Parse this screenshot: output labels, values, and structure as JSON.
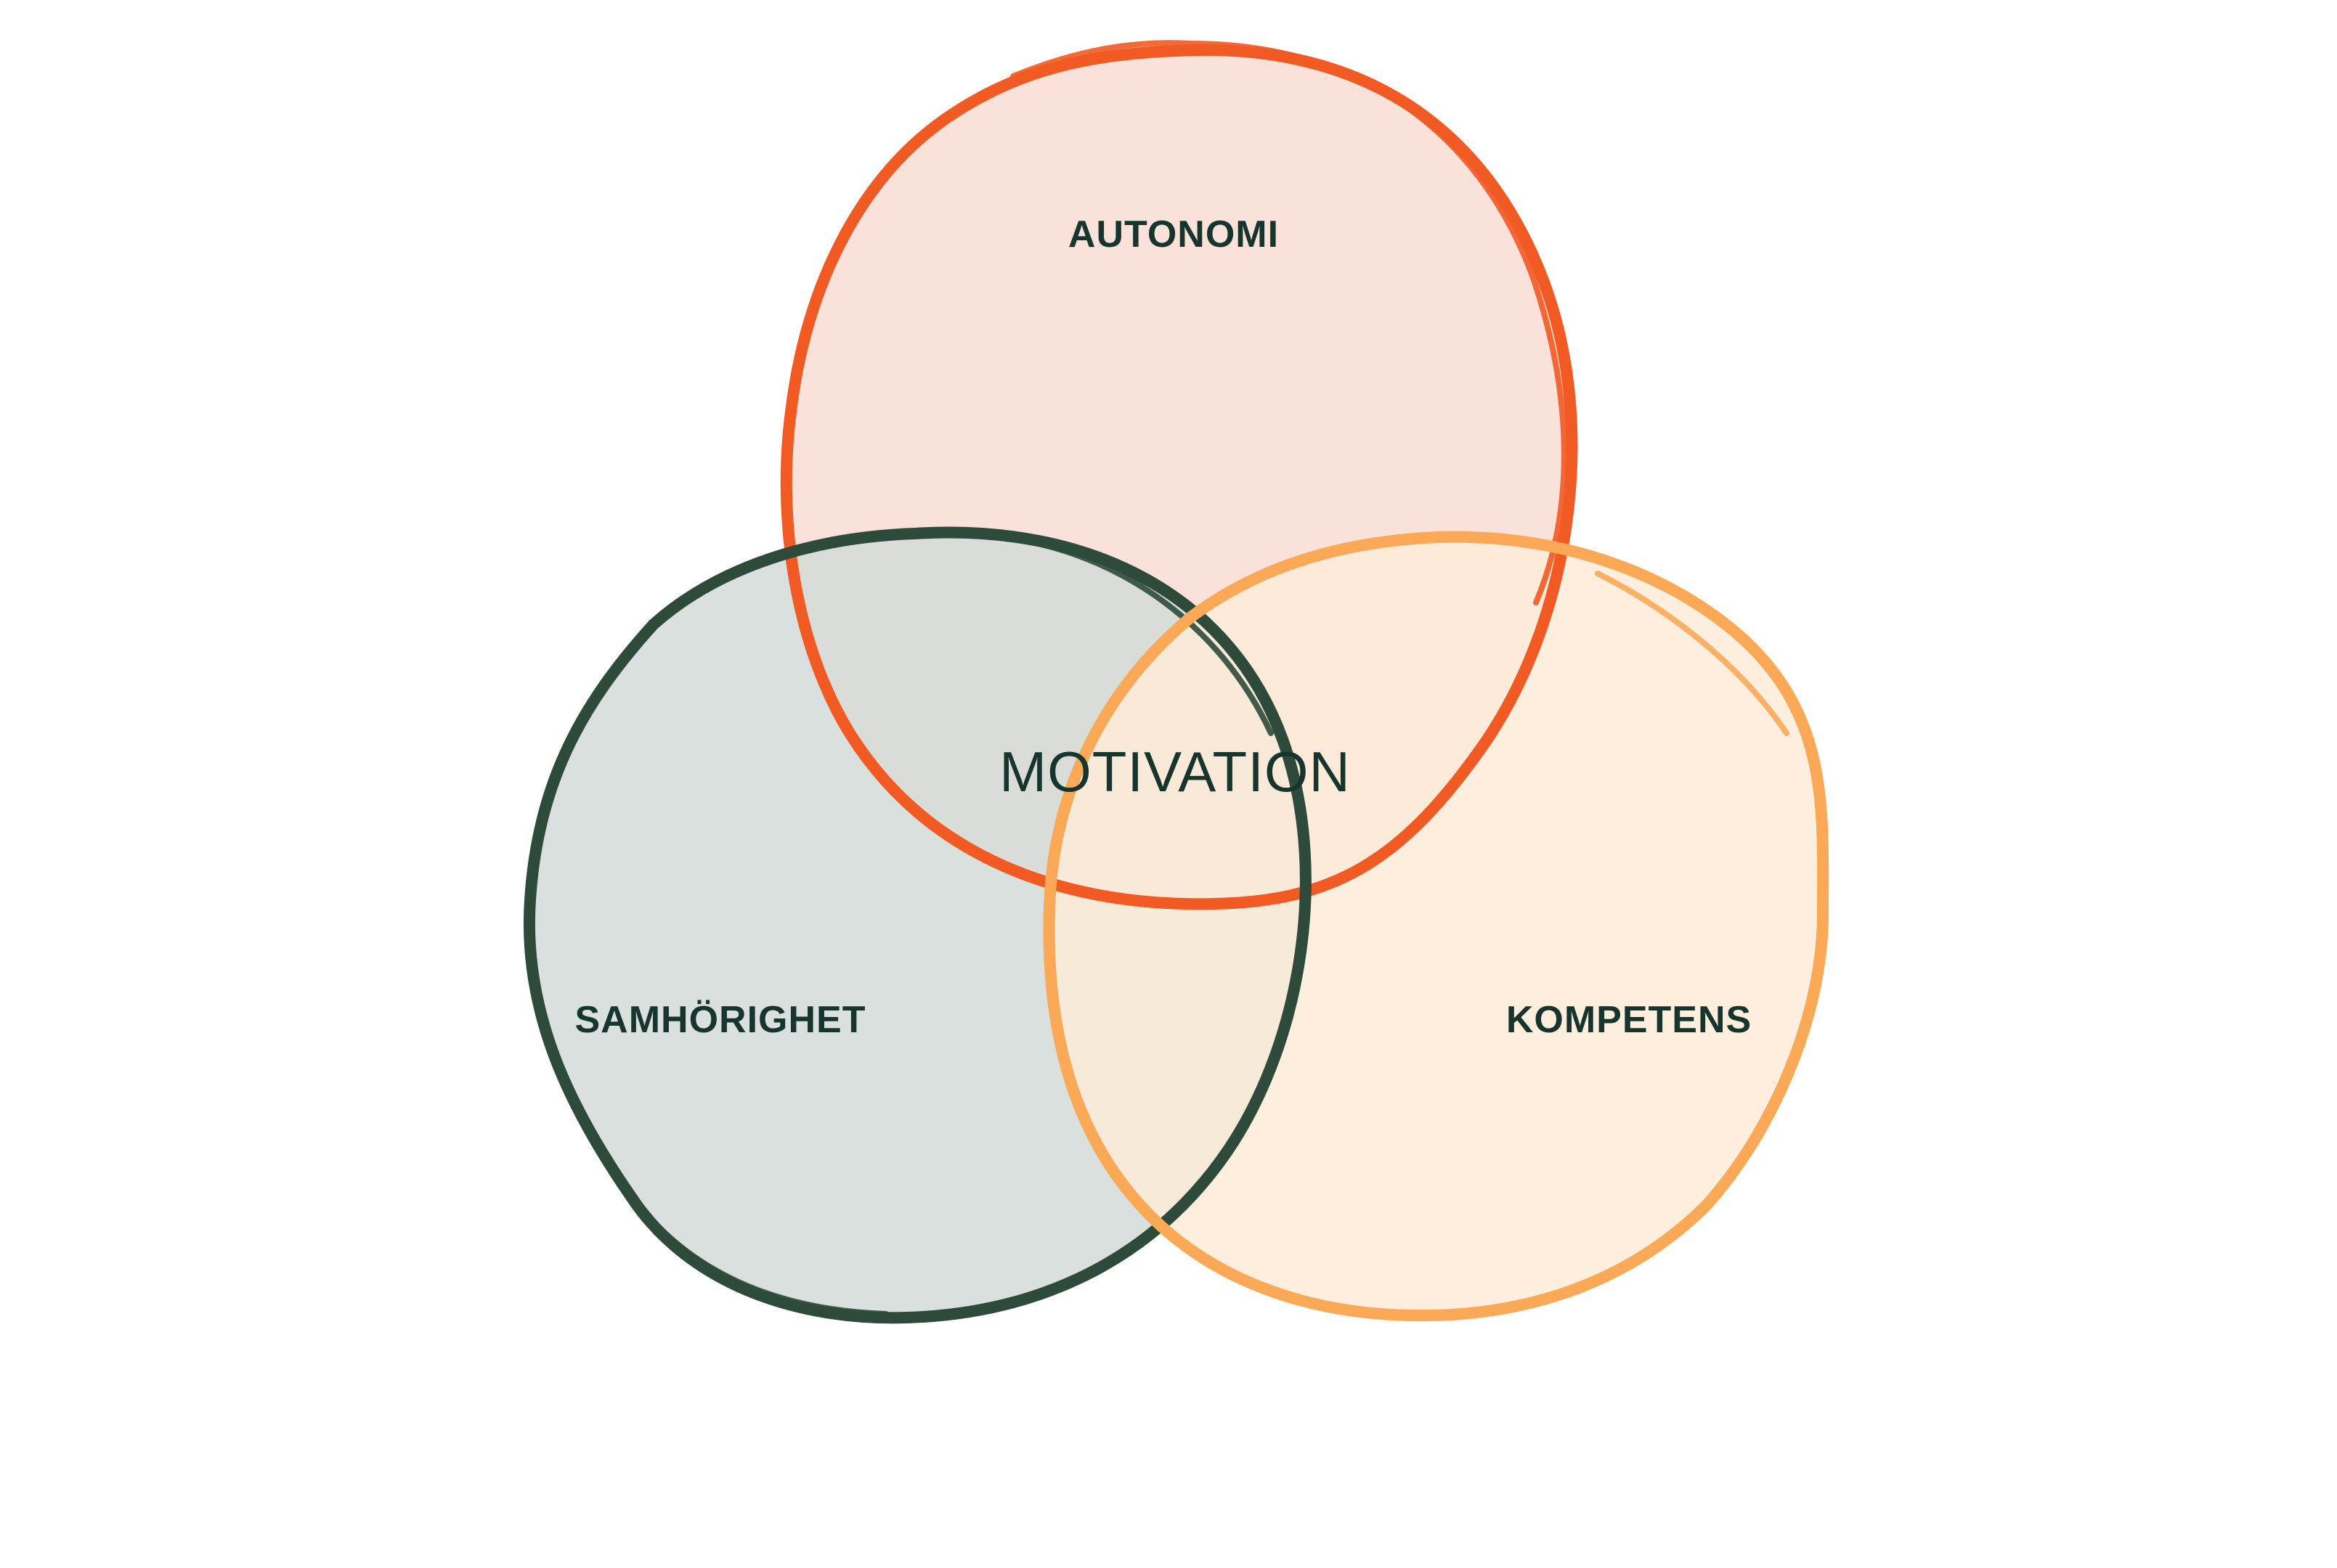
{
  "diagram": {
    "type": "venn",
    "center_label": "MOTIVATION",
    "sets": [
      {
        "label": "AUTONOMI",
        "stroke": "#f15a22",
        "fill": "#f9ddd3"
      },
      {
        "label": "SAMHÖRIGHET",
        "stroke": "#2e4a3b",
        "fill": "#d4dbd7"
      },
      {
        "label": "KOMPETENS",
        "stroke": "#fba957",
        "fill": "#fdebd8"
      }
    ],
    "label_color": "#17352c"
  }
}
